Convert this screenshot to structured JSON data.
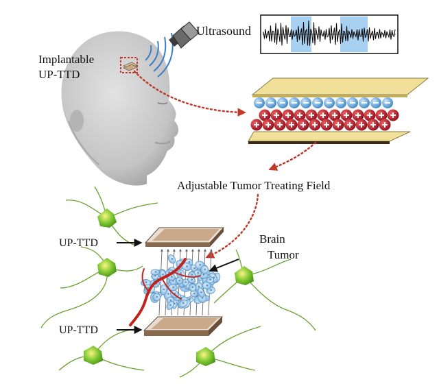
{
  "labels": {
    "implant_line1": "Implantable",
    "implant_line2": "UP-TTD",
    "ultrasound": "Ultrasound",
    "field": "Adjustable Tumor Treating Field",
    "brain_line1": "Brain",
    "brain_line2": "Tumor",
    "device_top": "UP-TTD",
    "device_bottom": "UP-TTD"
  },
  "colors": {
    "head": "#c9c9c9",
    "implant_box": "#c0392b",
    "wave_highlight": "#a8d0f0",
    "electrode": "#f0e09a",
    "negative_ion": "#5a9fd8",
    "positive_ion": "#b8182a",
    "plate": "#a07a5a",
    "neuron": "#5faa22",
    "tumor": "#8ec0e8",
    "vessel": "#c0231c",
    "arrow": "#111111"
  },
  "icons": [
    "ultrasound-transducer-icon",
    "human-head-icon",
    "neuron-icon",
    "blood-vessel-icon"
  ]
}
